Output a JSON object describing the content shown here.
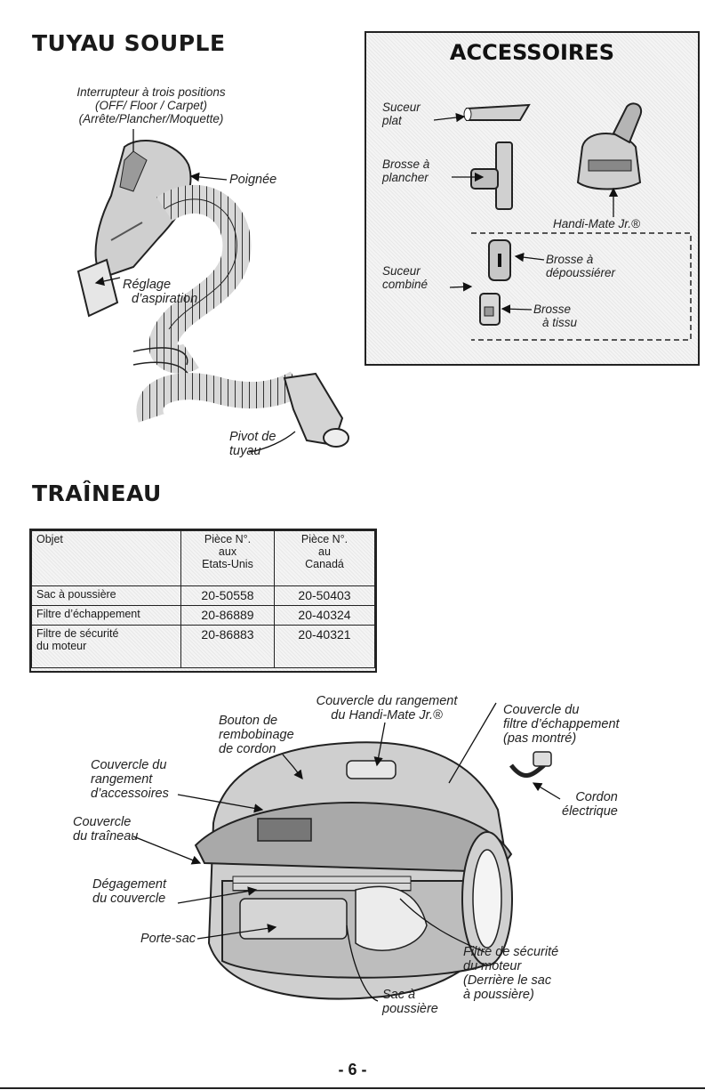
{
  "hose": {
    "heading": "TUYAU SOUPLE",
    "switch_label": [
      "Interrupteur à trois positions",
      "(OFF/ Floor / Carpet)",
      "(Arrête/Plancher/Moquette)"
    ],
    "handle_label": "Poignée",
    "suction_label": [
      "Réglage",
      "d’aspiration"
    ],
    "swivel_label": [
      "Pivot de",
      "tuyau"
    ]
  },
  "accessories": {
    "heading": "ACCESSOIRES",
    "crevice": [
      "Suceur",
      "plat"
    ],
    "floor_brush": [
      "Brosse à",
      "plancher"
    ],
    "handimate": "Handi-Mate Jr.®",
    "dusting_brush": [
      "Brosse à",
      "dépoussiérer"
    ],
    "combo": [
      "Suceur",
      "combiné"
    ],
    "upholstery": [
      "Brosse",
      "à tissu"
    ]
  },
  "canister": {
    "heading": "TRAÎNEAU",
    "table": {
      "headers": [
        [
          "Objet"
        ],
        [
          "Pièce N°.",
          "aux",
          "Etats-Unis"
        ],
        [
          "Pièce N°.",
          "au",
          "Canadá"
        ]
      ],
      "rows": [
        {
          "item": [
            "Sac à poussière"
          ],
          "us": "20-50558",
          "ca": "20-50403"
        },
        {
          "item": [
            "Filtre d’échappement"
          ],
          "us": "20-86889",
          "ca": "20-40324"
        },
        {
          "item": [
            "Filtre de sécurité",
            "du moteur"
          ],
          "us": "20-86883",
          "ca": "20-40321"
        }
      ]
    },
    "labels": {
      "handimate_storage": [
        "Couvercle du rangement",
        "du Handi-Mate Jr.®"
      ],
      "rewind": [
        "Bouton de",
        "rembobinage",
        "de cordon"
      ],
      "exhaust_cover": [
        "Couvercle du",
        "filtre d’échappement",
        "(pas montré)"
      ],
      "acc_storage": [
        "Couvercle du",
        "rangement",
        "d’accessoires"
      ],
      "cord": [
        "Cordon",
        "électrique"
      ],
      "canister_cover": [
        "Couvercle",
        "du traîneau"
      ],
      "cover_release": [
        "Dégagement",
        "du couvercle"
      ],
      "bag_holder": "Porte-sac",
      "motor_filter": [
        "Filtre de sécurité",
        "du moteur",
        "(Derrière le sac",
        "à poussière)"
      ],
      "dust_bag": [
        "Sac à",
        "poussière"
      ]
    }
  },
  "page_number": "- 6 -"
}
